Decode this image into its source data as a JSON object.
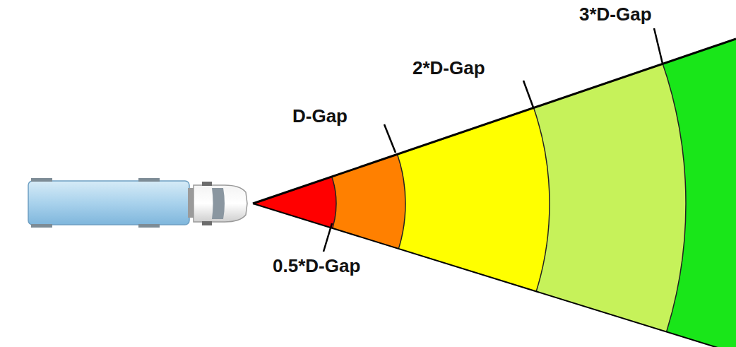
{
  "diagram": {
    "labels": [
      "3*D-Gap",
      "2*D-Gap",
      "D-Gap",
      "0.5*D-Gap"
    ]
  }
}
